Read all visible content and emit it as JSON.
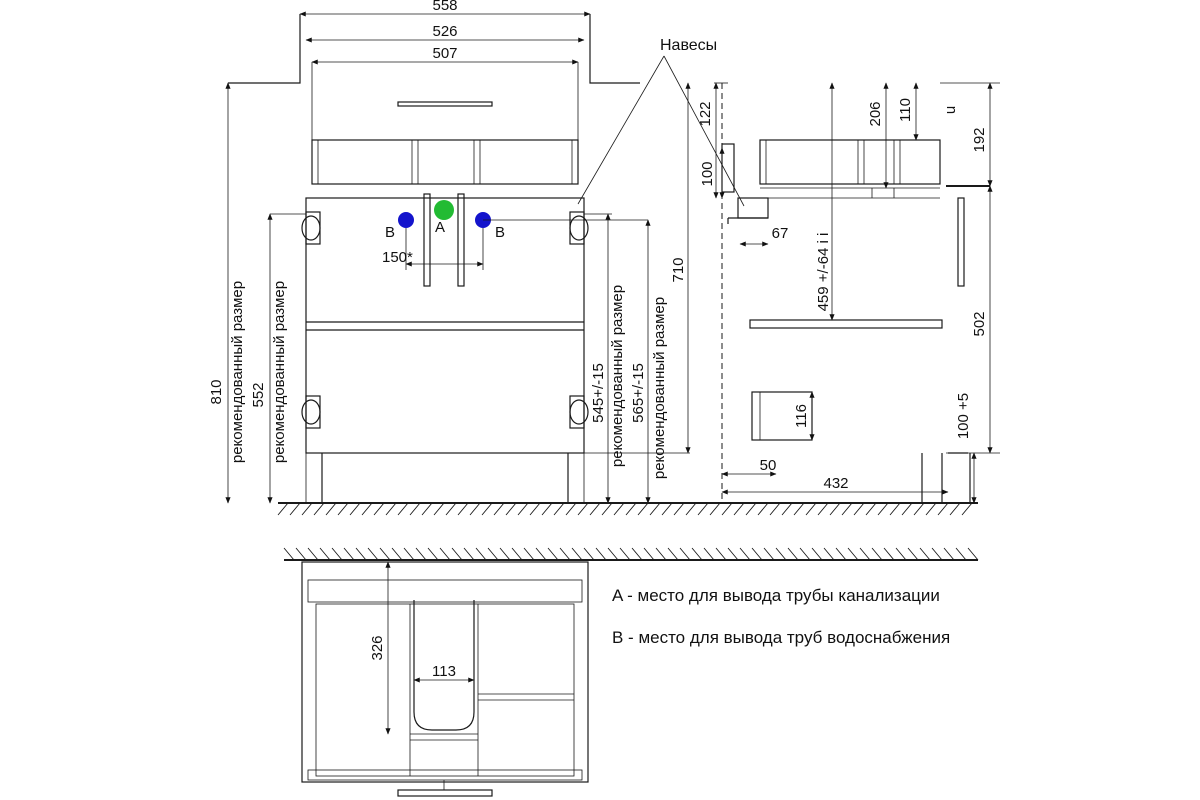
{
  "labels": {
    "hinges": "Навесы",
    "point_a": "A",
    "point_b": "B",
    "rec_size": "рекомендованный размер"
  },
  "colors": {
    "drain": "#22bb33",
    "water": "#1414cc"
  },
  "dimensions": {
    "front": {
      "w558": "558",
      "w526": "526",
      "w507": "507",
      "h810": "810",
      "h552": "552",
      "d150": "150*",
      "h545": "545+/-15",
      "h565": "565+/-15",
      "h710": "710"
    },
    "side": {
      "d122": "122",
      "d100": "100",
      "d67": "67",
      "d459": "459 +/-64 i i",
      "d206": "206",
      "d110": "110",
      "d192": "192",
      "d502": "502",
      "d116": "116",
      "d100b": "100 +5",
      "d50": "50",
      "d432": "432",
      "u": "u"
    },
    "top": {
      "d326": "326",
      "d113": "113"
    }
  },
  "legend": {
    "a": "A - место для вывода трубы канализации",
    "b": "B - место для вывода труб водоснабжения"
  }
}
